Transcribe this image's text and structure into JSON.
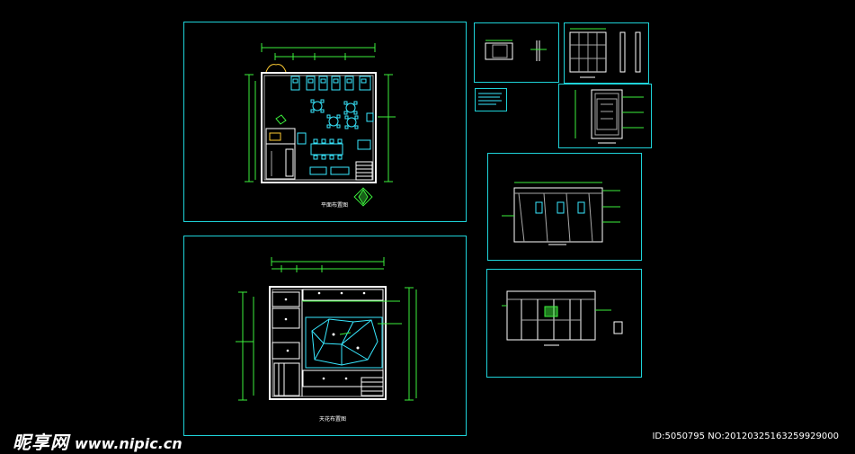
{
  "colors": {
    "background": "#000000",
    "frame": "#1ed3d9",
    "line_white": "#ffffff",
    "line_cyan": "#38e8ff",
    "line_green": "#3cf03c",
    "line_gray": "#a8a8a8"
  },
  "sheets": {
    "floor_plan": {
      "title": "平面布置图"
    },
    "ceiling_plan": {
      "title": "天花布置图"
    }
  },
  "watermark": {
    "brand": "昵享网",
    "url": "www.nipic.cn",
    "id_text": "ID:5050795 NO:20120325163259929000"
  }
}
